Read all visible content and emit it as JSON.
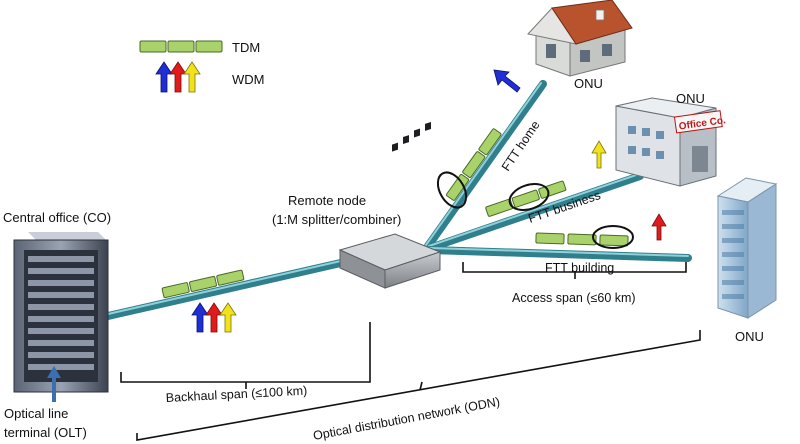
{
  "legend": {
    "tdm_label": "TDM",
    "wdm_label": "WDM",
    "colors": {
      "tdm_green": "#a9d36a",
      "blue": "#1f2fd6",
      "red": "#e01b1b",
      "yellow": "#f2e21b",
      "fiber": "#2f7f8c"
    }
  },
  "nodes": {
    "central_office": "Central office (CO)",
    "olt_line1": "Optical line",
    "olt_line2": "terminal (OLT)",
    "remote_node_line1": "Remote node",
    "remote_node_line2": "(1:M splitter/combiner)",
    "onu_home": "ONU",
    "onu_business": "ONU",
    "onu_building": "ONU",
    "office_sign": "Office Co."
  },
  "branches": {
    "home": "FTT home",
    "business": "FTT business",
    "building": "FTT building"
  },
  "spans": {
    "backhaul": "Backhaul span (≤100 km)",
    "access": "Access span (≤60 km)",
    "odn": "Optical distribution network (ODN)"
  }
}
